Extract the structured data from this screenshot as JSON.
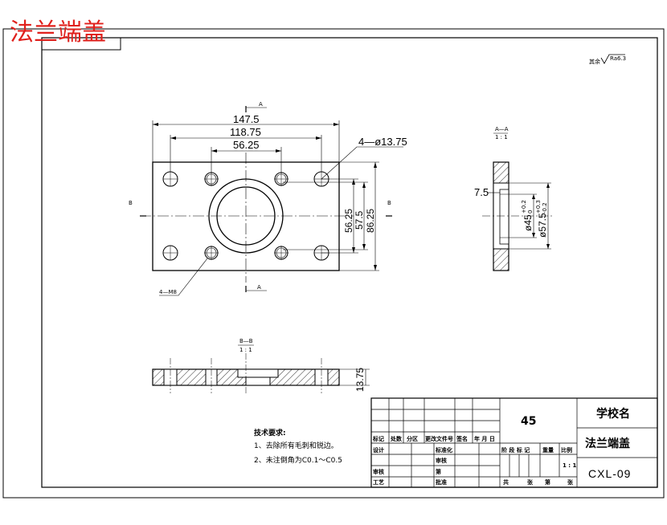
{
  "header": {
    "title": "法兰端盖"
  },
  "roughness": {
    "prefix": "其余",
    "value": "Ra6.3"
  },
  "section_labels": {
    "a": "A",
    "b": "B",
    "aa_name": "A—A",
    "aa_scale": "1 : 1",
    "bb_name": "B—B",
    "bb_scale": "1 : 1"
  },
  "dimensions": {
    "w1": "147.5",
    "w2": "118.75",
    "w3": "56.25",
    "holes": "4—ø13.75",
    "h1": "56.25",
    "h2": "57.5",
    "h3": "86.25",
    "thread": "4—M8",
    "step": "7.5",
    "d1": "ø45",
    "d1_tol_up": "+0.2",
    "d1_tol_lo": "0",
    "d2": "ø57.5",
    "d2_tol_up": "+0.3",
    "d2_tol_lo": "-0.2",
    "thickness": "13.75"
  },
  "technical_requirements": {
    "heading": "技术要求:",
    "items": [
      "1、去除所有毛刺和锐边。",
      "2、未注倒角为C0.1～C0.5"
    ]
  },
  "title_block": {
    "material": "45",
    "school": "学校名",
    "part_name": "法兰端盖",
    "drawing_no": "CXL-09",
    "scale": "1 : 1",
    "labels": {
      "mark": "标记",
      "count": "处数",
      "zone": "分区",
      "change_doc": "更改文件号",
      "sign": "签名",
      "date": "年 月 日",
      "design": "设计",
      "standard": "标准化",
      "check": "审核",
      "process": "工艺",
      "review": "审核",
      "approve": "批准",
      "stage": "阶 段 标 记",
      "weight": "重量",
      "ratio": "比例",
      "total": "共",
      "sheet_word": "张",
      "page": "第",
      "sheet_end": "张"
    }
  }
}
